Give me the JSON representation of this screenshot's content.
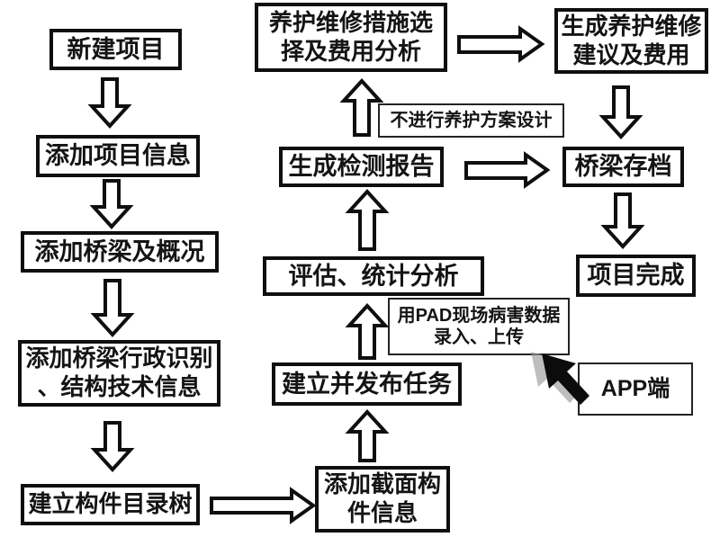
{
  "colors": {
    "ink": "#0f0f0f",
    "paper": "#ffffff",
    "cursor_shadow": "#9b9b9b"
  },
  "nodes": {
    "new_project": {
      "label": "新建项目"
    },
    "add_project_info": {
      "label": "添加项目信息"
    },
    "add_bridge_overview": {
      "label": "添加桥梁及概况"
    },
    "add_bridge_admin": {
      "label": "添加桥梁行政识别\n、结构技术信息"
    },
    "build_component_tree": {
      "label": "建立构件目录树"
    },
    "add_section_info": {
      "label": "添加截面构\n件信息"
    },
    "create_publish_task": {
      "label": "建立并发布任务"
    },
    "evaluate_stats": {
      "label": "评估、统计分析"
    },
    "generate_report": {
      "label": "生成检测报告"
    },
    "maintenance_selection": {
      "label": "养护维修措施选\n择及费用分析"
    },
    "generate_suggestion": {
      "label": "生成养护维修\n建议及费用"
    },
    "bridge_archive": {
      "label": "桥梁存档"
    },
    "project_complete": {
      "label": "项目完成"
    }
  },
  "annotations": {
    "skip_design": {
      "label": "不进行养护方案设计"
    },
    "pad_upload": {
      "label": "用PAD现场病害数据\n录入、上传"
    },
    "app_side": {
      "label": "APP端"
    }
  }
}
